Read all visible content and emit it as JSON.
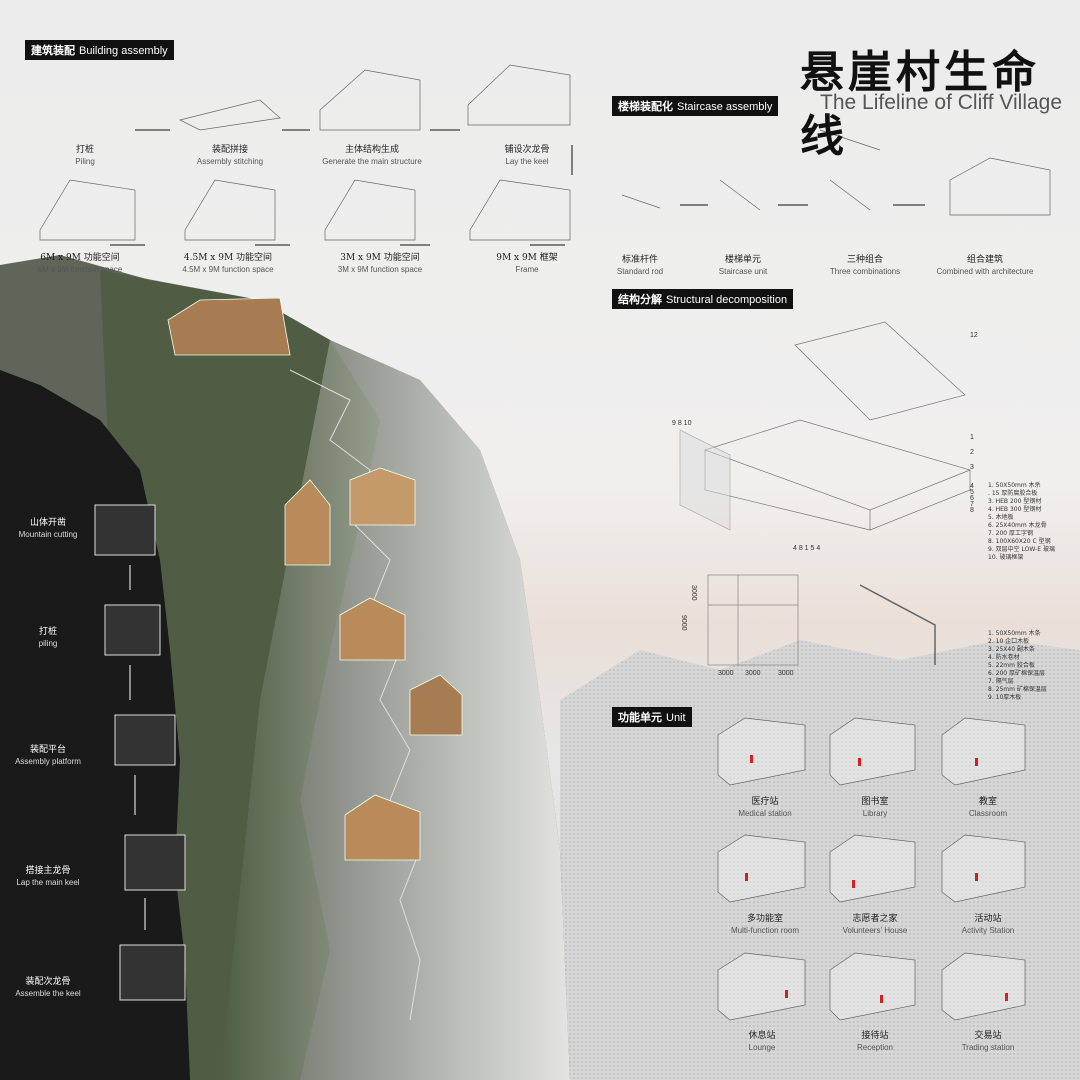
{
  "title": {
    "zh": "悬崖村生命线",
    "en": "The Lifeline of Cliff Village"
  },
  "building_assembly": {
    "header_zh": "建筑装配",
    "header_en": "Building assembly",
    "steps": [
      {
        "zh": "打桩",
        "en": "Piling"
      },
      {
        "zh": "装配拼接",
        "en": "Assembly stitching"
      },
      {
        "zh": "主体结构生成",
        "en": "Generate the  main structure"
      },
      {
        "zh": "铺设次龙骨",
        "en": "Lay the keel"
      },
      {
        "zh": "9M x 9M 框架",
        "en": "Frame"
      },
      {
        "zh": "3M x 9M 功能空间",
        "en": "3M x 9M function space"
      },
      {
        "zh": "4.5M x 9M 功能空间",
        "en": "4.5M x 9M function space"
      },
      {
        "zh": "6M x 9M 功能空间",
        "en": "6M x 9M function space"
      }
    ]
  },
  "staircase": {
    "header_zh": "楼梯装配化",
    "header_en": "Staircase assembly",
    "steps": [
      {
        "zh": "标准杆件",
        "en": "Standard rod"
      },
      {
        "zh": "楼梯单元",
        "en": "Staircase unit"
      },
      {
        "zh": "三种组合",
        "en": "Three combinations"
      },
      {
        "zh": "组合建筑",
        "en": "Combined with architecture"
      }
    ]
  },
  "structure": {
    "header_zh": "结构分解",
    "header_en": "Structural decomposition",
    "callouts": [
      "12",
      "9 8 10",
      "1",
      "2",
      "3",
      "4",
      "5",
      "6",
      "7",
      "8",
      "4 8 1 5 4"
    ],
    "legend1": [
      "1. 50X50mm 木杀",
      "  . 15 厚防腐胶合板",
      "3. HEB 200 型钢材",
      "4. HEB 300 型钢材",
      "5. 木地板",
      "6. 25X40mm 木龙骨",
      "7. 200 厚工字钢",
      "8. 100X60X20 C 型钢",
      "9. 双层中空 LOW-E 玻璃",
      "10. 玻璃框架"
    ],
    "legend2": [
      "1. 50X50mm 木条",
      "2. 10 企口木板",
      "3. 25X40 副木条",
      "4. 防水卷材",
      "5. 22mm 胶合板",
      "6. 200 厚矿棉保温层",
      "7. 隔气层",
      "8. 25mm 矿棉保温层",
      "9. 10厚木板"
    ],
    "plan_dims": {
      "h": [
        "3000",
        "3000",
        "3000"
      ],
      "v": [
        "3000",
        "9000"
      ]
    }
  },
  "units": {
    "header_zh": "功能单元",
    "header_en": "Unit",
    "items": [
      {
        "zh": "医疗站",
        "en": "Medical station"
      },
      {
        "zh": "图书室",
        "en": "Library"
      },
      {
        "zh": "教室",
        "en": "Classroom"
      },
      {
        "zh": "多功能室",
        "en": "Multi-function room"
      },
      {
        "zh": "志愿者之家",
        "en": "Volunteers' House"
      },
      {
        "zh": "活动站",
        "en": "Activity Station"
      },
      {
        "zh": "休息站",
        "en": "Lounge"
      },
      {
        "zh": "接待站",
        "en": "Reception"
      },
      {
        "zh": "交易站",
        "en": "Trading station"
      }
    ]
  },
  "construction": {
    "steps": [
      {
        "zh": "山体开凿",
        "en": "Mountain cutting"
      },
      {
        "zh": "打桩",
        "en": "piling"
      },
      {
        "zh": "装配平台",
        "en": "Assembly platform"
      },
      {
        "zh": "搭接主龙骨",
        "en": "Lap the main keel"
      },
      {
        "zh": "装配次龙骨",
        "en": "Assemble the keel"
      }
    ]
  },
  "colors": {
    "accent": "#d42020",
    "wood": "#b98a5a",
    "cliff": "#1a1a1a"
  }
}
